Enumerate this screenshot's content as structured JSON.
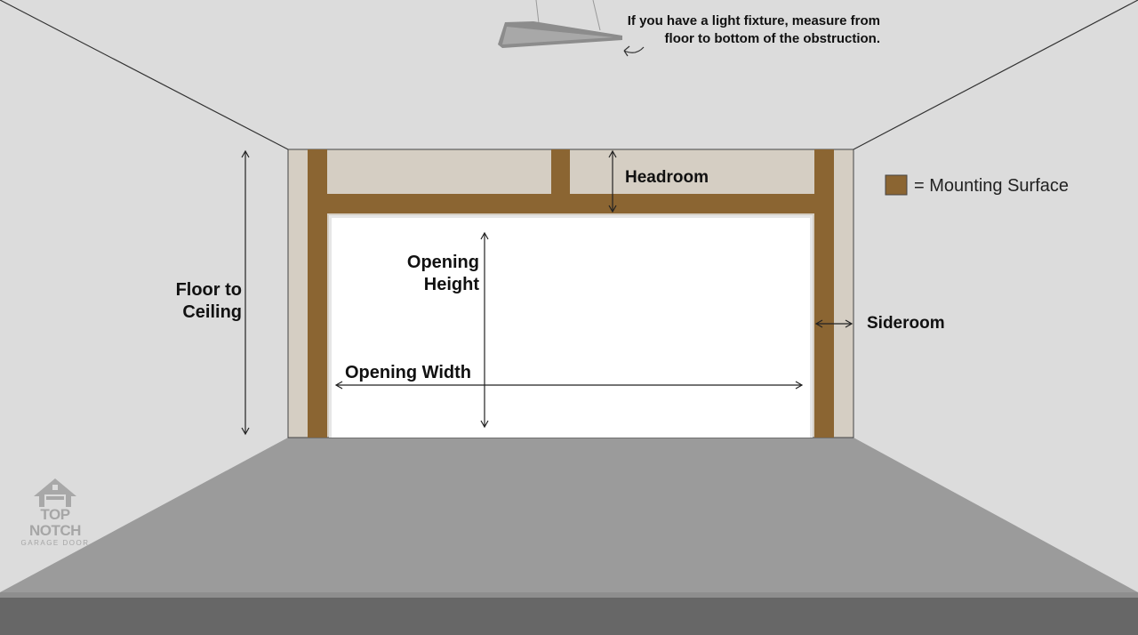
{
  "note": {
    "line1": "If you have a light fixture, measure from",
    "line2": "floor to bottom of the obstruction."
  },
  "labels": {
    "headroom": "Headroom",
    "floor_to_ceiling_1": "Floor to",
    "floor_to_ceiling_2": "Ceiling",
    "opening_height_1": "Opening",
    "opening_height_2": "Height",
    "opening_width": "Opening Width",
    "sideroom": "Sideroom"
  },
  "legend": {
    "label": "= Mounting Surface",
    "color": "#8b6532"
  },
  "logo": {
    "line1": "TOP NOTCH",
    "line2": "GARAGE DOOR"
  },
  "colors": {
    "wall": "#dcdcdc",
    "floor": "#9b9b9b",
    "trim": "#d5cec3",
    "opening": "#ffffff",
    "frame": "#8b6532"
  }
}
